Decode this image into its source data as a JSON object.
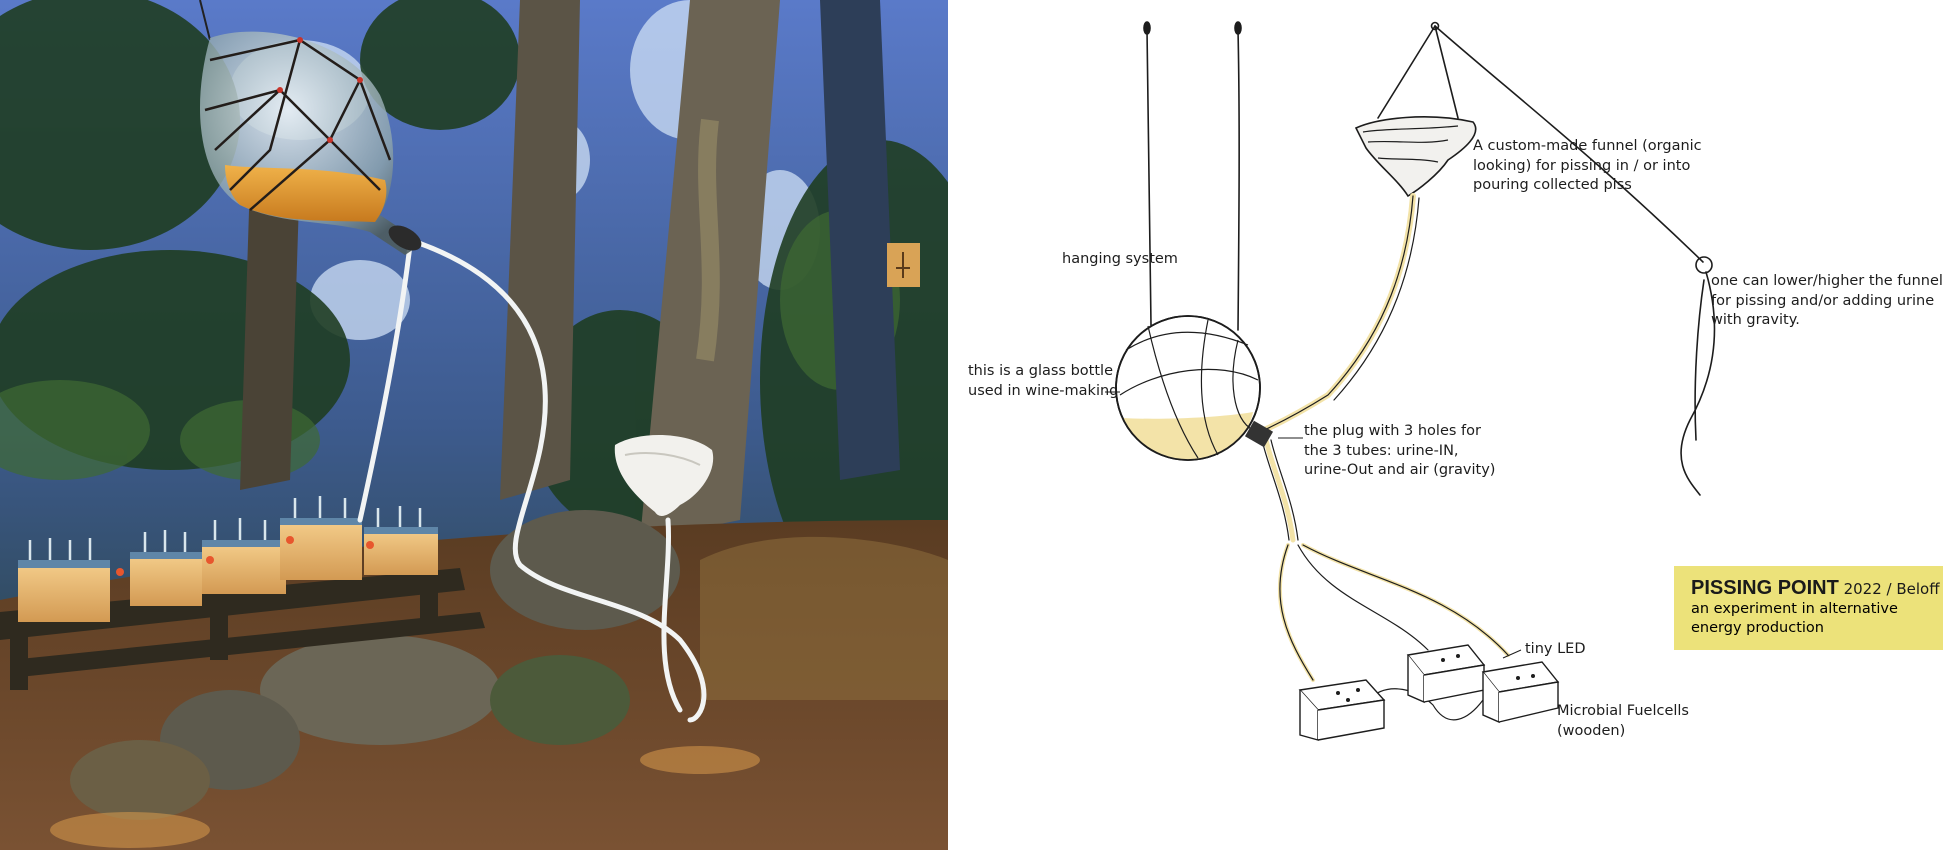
{
  "labels": {
    "hanging_system": [
      "hanging system"
    ],
    "bottle": [
      "this is a glass bottle",
      "used in wine-making"
    ],
    "funnel": [
      "A custom-made funnel (organic",
      "looking) for pissing in / or into",
      "pouring collected piss"
    ],
    "lower": [
      "one can lower/higher the funnel",
      "for pissing and/or adding urine",
      "with gravity."
    ],
    "plug": [
      "the plug with 3 holes for",
      "the 3 tubes: urine-IN,",
      "urine-Out and air (gravity)"
    ],
    "led": [
      "tiny LED"
    ],
    "fuelcells": [
      "Microbial Fuelcells",
      "(wooden)"
    ]
  },
  "title": {
    "main": "PISSING POINT",
    "rest": " 2022 / Beloff",
    "sub": [
      "an experiment in alternative",
      "energy production"
    ]
  },
  "colors": {
    "accent_yellow": "#ece27a",
    "urine": "#f3e3a8",
    "ink": "#1d1d1d"
  }
}
